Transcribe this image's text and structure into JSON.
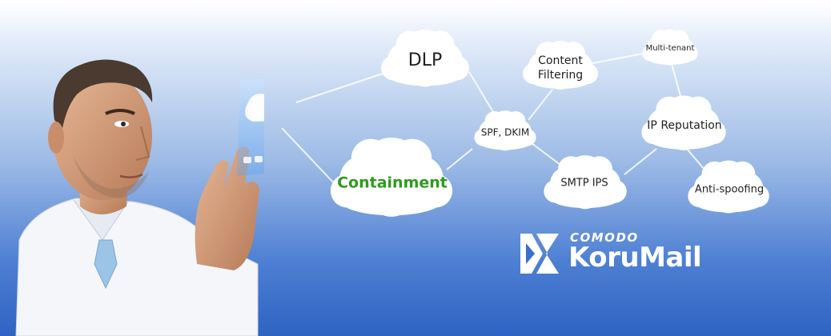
{
  "clouds": {
    "dlp": "DLP",
    "content_filtering_line1": "Content",
    "content_filtering_line2": "Filtering",
    "multi_tenant": "Multi-tenant",
    "spf_dkim": "SPF, DKIM",
    "ip_reputation": "IP Reputation",
    "containment": "Containment",
    "smtp_ips": "SMTP IPS",
    "anti_spoofing": "Anti-spoofing"
  },
  "logo": {
    "brand": "COMODO",
    "product": "KoruMail"
  },
  "colors": {
    "containment_text": "#2f9a1f",
    "cloud_fill": "#ffffff",
    "connector_line": "#ffffff"
  }
}
